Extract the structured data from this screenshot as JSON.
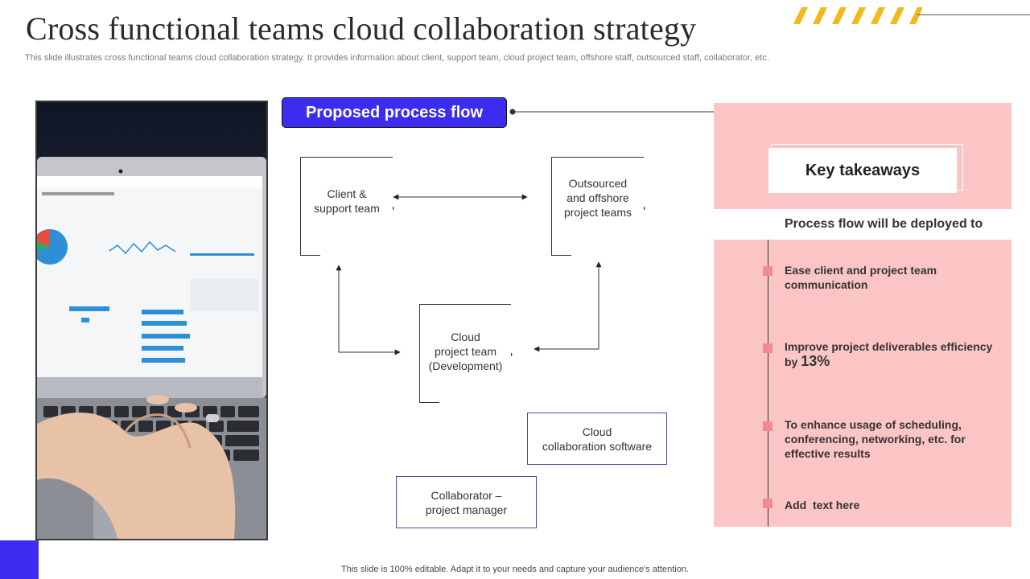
{
  "header": {
    "title": "Cross functional teams cloud collaboration strategy",
    "subtitle": "This slide illustrates cross functional teams cloud collaboration strategy. It provides information about client, support team, cloud project team, offshore staff, outsourced staff, collaborator, etc."
  },
  "colors": {
    "accent": "#3b2cf0",
    "pink": "#fcc5c5",
    "bullet": "#f28a8e",
    "stripes": "#f5b81c"
  },
  "flow": {
    "heading": "Proposed process flow",
    "client_lines": [
      "Client &",
      "support team"
    ],
    "outsourced_lines": [
      "Outsourced",
      "and offshore",
      "project teams"
    ],
    "cloud_team_lines": [
      "Cloud",
      "project team",
      "(Development)"
    ],
    "software_lines": [
      "Cloud",
      "collaboration software"
    ],
    "collaborator_lines": [
      "Collaborator –",
      "project manager"
    ]
  },
  "takeaways": {
    "heading": "Key takeaways",
    "deploy_label": "Process flow will be deployed to",
    "items": [
      {
        "text": "Ease client and project team communication"
      },
      {
        "text": "Improve project deliverables efficiency by",
        "highlight": "13%"
      },
      {
        "text": "To enhance usage of scheduling, conferencing, networking, etc. for effective results"
      },
      {
        "text": "Add  text here"
      }
    ]
  },
  "footer": {
    "text": "This slide is 100% editable. Adapt it to your needs and capture your audience's attention."
  }
}
